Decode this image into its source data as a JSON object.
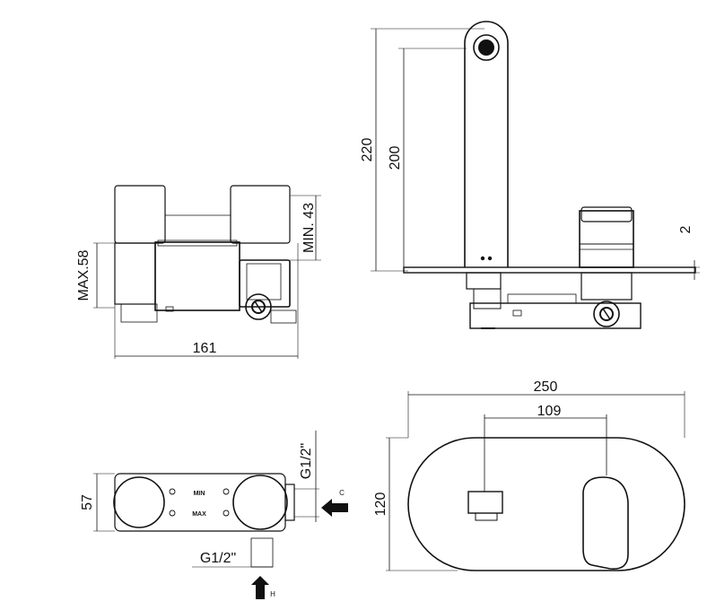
{
  "dimensions": {
    "width_161": "161",
    "max_58": "MAX.58",
    "min_43": "MIN. 43",
    "height_220": "220",
    "height_200": "200",
    "plate_2": "2",
    "plate_250": "250",
    "spout_109": "109",
    "plate_120": "120",
    "body_57": "57",
    "thread_top": "G1/2\"",
    "thread_bottom": "G1/2\""
  },
  "labels": {
    "min": "MIN",
    "max": "MAX",
    "cold": "C",
    "hot": "H"
  },
  "colors": {
    "line": "#111111",
    "background": "#ffffff"
  }
}
